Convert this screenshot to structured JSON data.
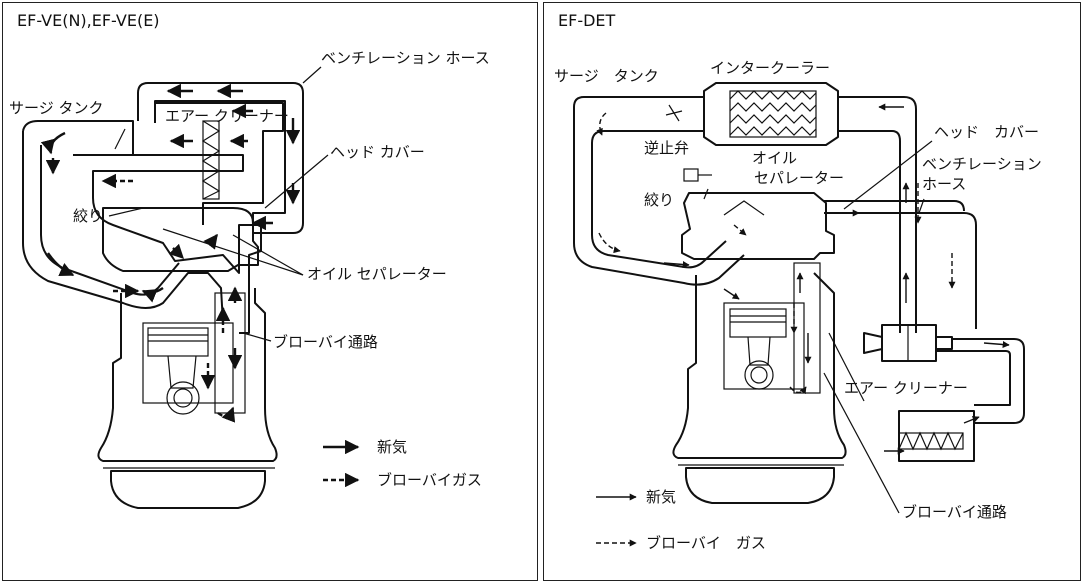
{
  "left": {
    "title": "EF-VE(N),EF-VE(E)",
    "labels": {
      "ventilation_hose": "ベンチレーション ホース",
      "surge_tank": "サージ タンク",
      "air_cleaner": "エアー クリーナー",
      "head_cover": "ヘッド カバー",
      "orifice": "絞り",
      "oil_separator": "オイル セパレーター",
      "blowby_passage": "ブローバイ通路"
    },
    "legend": {
      "fresh_air": "新気",
      "blowby_gas": "ブローバイガス"
    }
  },
  "right": {
    "title": "EF-DET",
    "labels": {
      "surge_tank": "サージ　タンク",
      "intercooler": "インタークーラー",
      "head_cover": "ヘッド　カバー",
      "check_valve": "逆止弁",
      "oil_separator_1": "オイル",
      "oil_separator_2": "セパレーター",
      "ventilation_hose_1": "ベンチレーション",
      "ventilation_hose_2": "ホース",
      "orifice": "絞り",
      "air_cleaner": "エアー クリーナー",
      "blowby_passage": "ブローバイ通路"
    },
    "legend": {
      "fresh_air": "新気",
      "blowby_gas": "ブローバイ　ガス"
    }
  }
}
